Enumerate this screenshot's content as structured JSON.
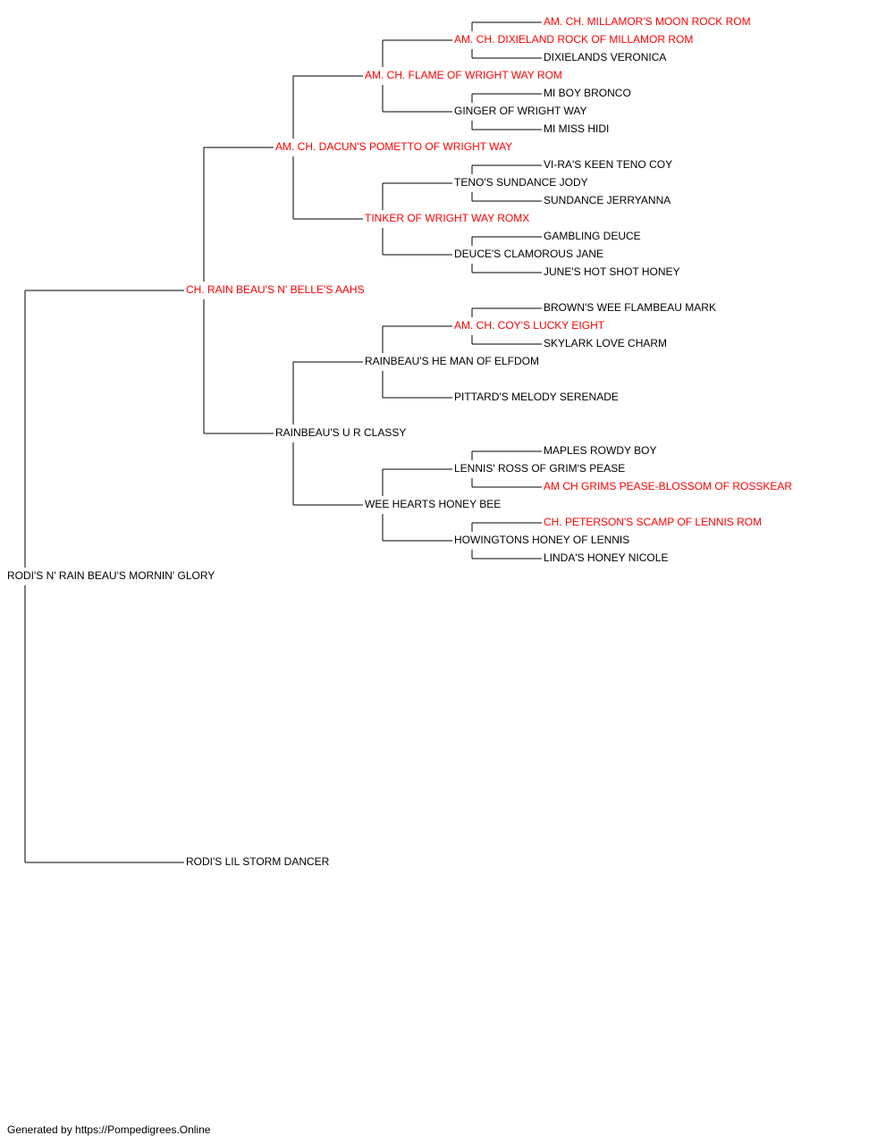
{
  "colors": {
    "titled": "#ff0000",
    "plain": "#000000",
    "line": "#000000"
  },
  "pedigree": {
    "subject": {
      "name": "RODI'S N' RAIN BEAU'S MORNIN' GLORY",
      "titled": false
    },
    "sire": {
      "name": "CH. RAIN BEAU'S N' BELLE'S AAHS",
      "titled": true
    },
    "dam": {
      "name": "RODI'S LIL STORM DANCER",
      "titled": false
    },
    "sire_sire": {
      "name": "AM. CH. DACUN'S POMETTO OF WRIGHT WAY",
      "titled": true
    },
    "sire_dam": {
      "name": "RAINBEAU'S U R CLASSY",
      "titled": false
    },
    "sss": {
      "name": "AM. CH. FLAME OF WRIGHT WAY ROM",
      "titled": true
    },
    "ssd": {
      "name": "TINKER OF WRIGHT WAY ROMX",
      "titled": true
    },
    "sds": {
      "name": "RAINBEAU'S HE MAN OF ELFDOM",
      "titled": false
    },
    "sdd": {
      "name": "WEE HEARTS HONEY BEE",
      "titled": false
    },
    "ssss": {
      "name": "AM. CH. DIXIELAND ROCK OF MILLAMOR ROM",
      "titled": true
    },
    "sssd": {
      "name": "GINGER OF WRIGHT WAY",
      "titled": false
    },
    "ssds": {
      "name": "TENO'S SUNDANCE JODY",
      "titled": false
    },
    "ssdd": {
      "name": "DEUCE'S CLAMOROUS JANE",
      "titled": false
    },
    "sdss": {
      "name": "AM. CH. COY'S LUCKY EIGHT",
      "titled": true
    },
    "sdsd": {
      "name": "PITTARD'S MELODY SERENADE",
      "titled": false
    },
    "sdds": {
      "name": "LENNIS' ROSS OF GRIM'S PEASE",
      "titled": false
    },
    "sddd": {
      "name": "HOWINGTONS HONEY OF LENNIS",
      "titled": false
    },
    "sssss": {
      "name": "AM. CH. MILLAMOR'S MOON ROCK ROM",
      "titled": true
    },
    "ssssd": {
      "name": "DIXIELANDS VERONICA",
      "titled": false
    },
    "sssds": {
      "name": "MI BOY BRONCO",
      "titled": false
    },
    "sssdd": {
      "name": "MI MISS HIDI",
      "titled": false
    },
    "ssdss": {
      "name": "VI-RA'S KEEN TENO COY",
      "titled": false
    },
    "ssdsd": {
      "name": "SUNDANCE JERRYANNA",
      "titled": false
    },
    "ssdds": {
      "name": "GAMBLING DEUCE",
      "titled": false
    },
    "ssddd": {
      "name": "JUNE'S HOT SHOT HONEY",
      "titled": false
    },
    "sdsss": {
      "name": "BROWN'S WEE FLAMBEAU MARK",
      "titled": false
    },
    "sdssd": {
      "name": "SKYLARK LOVE CHARM",
      "titled": false
    },
    "sddss": {
      "name": "MAPLES ROWDY BOY",
      "titled": false
    },
    "sddsd": {
      "name": "AM CH GRIMS PEASE-BLOSSOM OF ROSSKEAR",
      "titled": true
    },
    "sddds": {
      "name": "CH. PETERSON'S SCAMP OF LENNIS ROM",
      "titled": true
    },
    "sdddd": {
      "name": "LINDA'S HONEY NICOLE",
      "titled": false
    }
  },
  "footer": {
    "text": "Generated by https://Pompedigrees.Online"
  }
}
